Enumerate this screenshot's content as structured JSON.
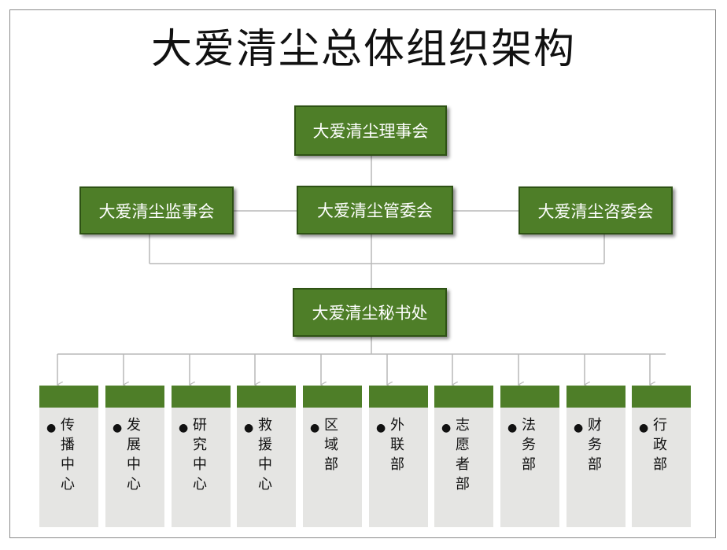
{
  "title": "大爱清尘总体组织架构",
  "org": {
    "council": "大爱清尘理事会",
    "supervisory": "大爱清尘监事会",
    "management": "大爱清尘管委会",
    "advisory": "大爱清尘咨委会",
    "secretariat": "大爱清尘秘书处"
  },
  "departments": [
    {
      "label": "传\n播\n中\n心"
    },
    {
      "label": "发\n展\n中\n心"
    },
    {
      "label": "研\n究\n中\n心"
    },
    {
      "label": "救\n援\n中\n心"
    },
    {
      "label": "区\n域\n部"
    },
    {
      "label": "外\n联\n部"
    },
    {
      "label": "志\n愿\n者\n部"
    },
    {
      "label": "法\n务\n部"
    },
    {
      "label": "财\n务\n部"
    },
    {
      "label": "行\n政\n部"
    }
  ],
  "colors": {
    "box_fill": "#4e7e28",
    "box_border": "#2e5214",
    "dept_body": "#e5e5e3",
    "connector": "#b9b9b9"
  }
}
